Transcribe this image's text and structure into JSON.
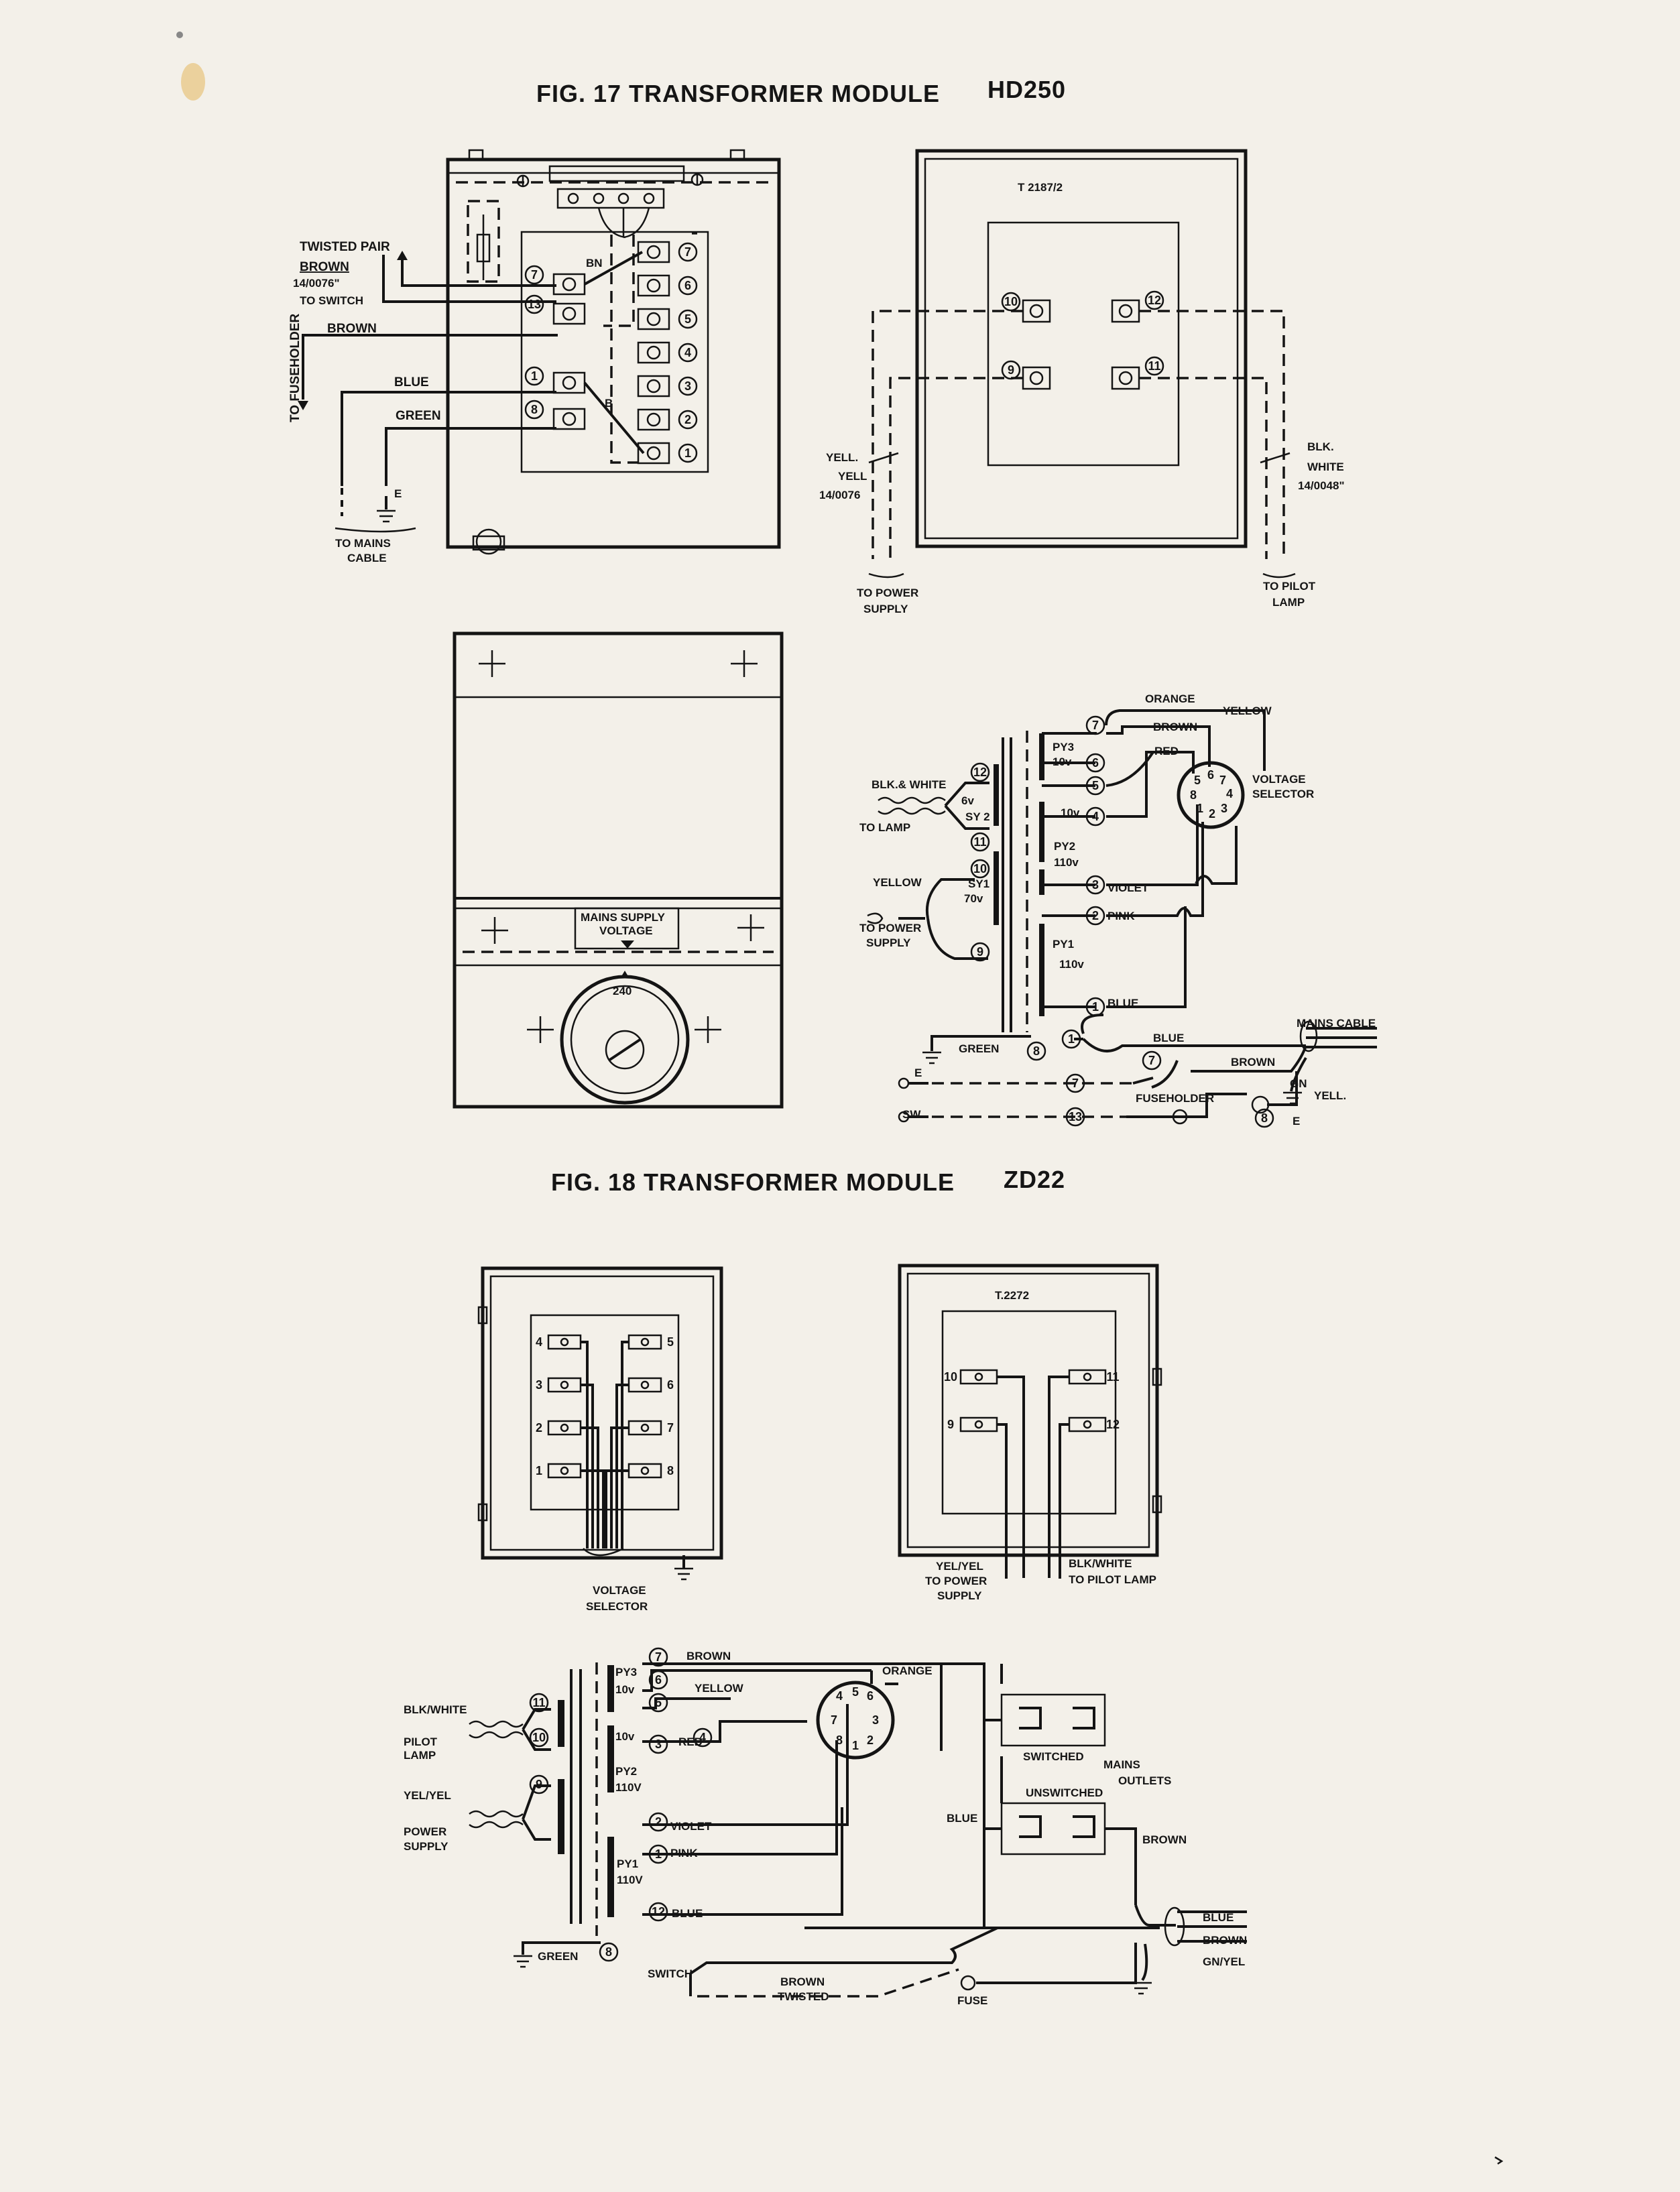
{
  "fig17": {
    "title": "FIG. 17   TRANSFORMER MODULE",
    "model": "HD250",
    "wiring": {
      "twisted_pair": "TWISTED PAIR",
      "brown_under": "BROWN",
      "spec": "14/0076\"",
      "to_switch": "TO SWITCH",
      "brown": "BROWN",
      "to_fuseholder": "TO FUSEHOLDER",
      "blue": "BLUE",
      "green": "GREEN",
      "e": "E",
      "bn": "BN",
      "b": "B",
      "to_mains": "TO MAINS",
      "cable": "CABLE",
      "terminals_left": [
        "7",
        "13",
        "1",
        "8"
      ],
      "terminals_right": [
        "7",
        "6",
        "5",
        "4",
        "3",
        "2",
        "1"
      ]
    },
    "rear": {
      "part": "T 2187/2",
      "terminals": [
        "10",
        "12",
        "9",
        "11"
      ],
      "yell1": "YELL.",
      "yell2": "YELL",
      "spec_left": "14/0076",
      "blk": "BLK.",
      "white": "WHITE",
      "spec_right": "14/0048\"",
      "to_power": "TO POWER",
      "supply": "SUPPLY",
      "to_pilot": "TO PILOT",
      "lamp": "LAMP"
    },
    "front": {
      "mains_supply": "MAINS SUPPLY",
      "voltage": "VOLTAGE",
      "dial_value": "240"
    },
    "schematic": {
      "orange": "ORANGE",
      "brown": "BROWN",
      "yellow": "YELLOW",
      "red": "RED",
      "voltage": "VOLTAGE",
      "selector": "SELECTOR",
      "py3": "PY3",
      "v10a": "10v",
      "v10b": "10v",
      "py2": "PY2",
      "v110a": "110v",
      "py1": "PY1",
      "v110b": "110v",
      "violet": "VIOLET",
      "pink": "PINK",
      "blue": "BLUE",
      "blk_white": "BLK.& WHITE",
      "v6": "6v",
      "sy2": "SY 2",
      "to_lamp": "TO LAMP",
      "yellow_in": "YELLOW",
      "sy1": "SY1",
      "v70": "70v",
      "to_power": "TO POWER",
      "supply": "SUPPLY",
      "green": "GREEN",
      "e": "E",
      "blue2": "BLUE",
      "mains_cable": "MAINS CABLE",
      "brown2": "BROWN",
      "gn": "GN",
      "yell": "YELL.",
      "fuseholder": "FUSEHOLDER",
      "sw": "SW",
      "e2": "E",
      "sel_nums": [
        "1",
        "2",
        "3",
        "4",
        "5",
        "6",
        "7",
        "8"
      ],
      "nums": [
        "7",
        "6",
        "5",
        "4",
        "3",
        "2",
        "1",
        "12",
        "11",
        "10",
        "9",
        "8",
        "1",
        "7",
        "7",
        "13",
        "8"
      ]
    }
  },
  "fig18": {
    "title": "FIG. 18   TRANSFORMER MODULE",
    "model": "ZD22",
    "left": {
      "terminals_left": [
        "4",
        "3",
        "2",
        "1"
      ],
      "terminals_right": [
        "5",
        "6",
        "7",
        "8"
      ],
      "voltage": "VOLTAGE",
      "selector": "SELECTOR"
    },
    "right": {
      "part": "T.2272",
      "terminals": [
        "10",
        "11",
        "9",
        "12"
      ],
      "yel_yel": "YEL/YEL",
      "to_power": "TO POWER",
      "supply": "SUPPLY",
      "blk_white": "BLK/WHITE",
      "to_pilot": "TO PILOT LAMP"
    },
    "schematic": {
      "brown": "BROWN",
      "orange": "ORANGE",
      "py3": "PY3",
      "v10a": "10v",
      "yellow": "YELLOW",
      "v10b": "10v",
      "red": "RED",
      "py2": "PY2",
      "v110a": "110V",
      "violet": "VIOLET",
      "pink": "PINK",
      "py1": "PY1",
      "v110b": "110V",
      "blue": "BLUE",
      "blk_white": "BLK/WHITE",
      "pilot": "PILOT",
      "lamp": "LAMP",
      "yel_yel": "YEL/YEL",
      "power": "POWER",
      "supply": "SUPPLY",
      "green": "GREEN",
      "switch": "SWITCH",
      "brown_twisted1": "BROWN",
      "brown_twisted2": "TWISTED",
      "fuse": "FUSE",
      "switched": "SWITCHED",
      "unswitched": "UNSWITCHED",
      "mains": "MAINS",
      "outlets": "OUTLETS",
      "blue_v": "BLUE",
      "brown_r": "BROWN",
      "c_blue": "BLUE",
      "c_brown": "BROWN",
      "c_gnyel": "GN/YEL",
      "sel_nums": [
        "1",
        "2",
        "3",
        "4",
        "5",
        "6",
        "7",
        "8"
      ],
      "nums": [
        "7",
        "6",
        "5",
        "4",
        "3",
        "2",
        "1",
        "12",
        "11",
        "10",
        "9",
        "8"
      ]
    }
  }
}
